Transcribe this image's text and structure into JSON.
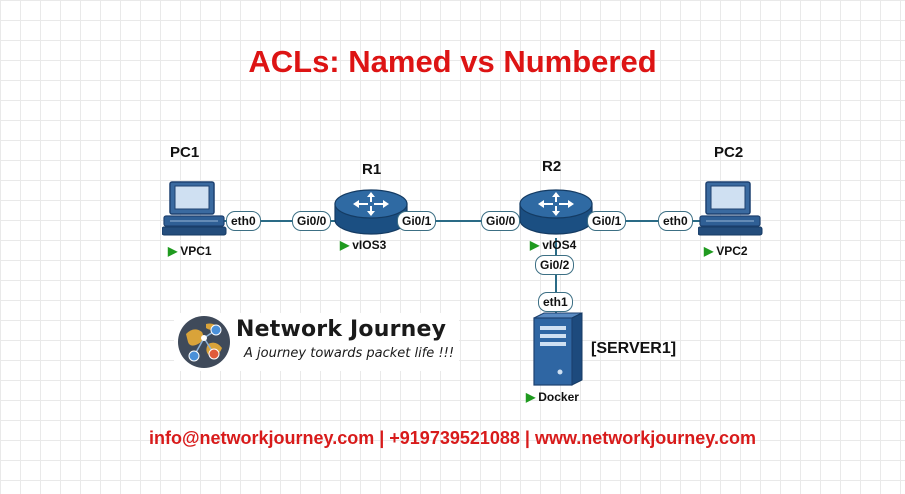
{
  "title": "ACLs: Named vs Numbered",
  "devices": {
    "pc1": {
      "name": "PC1",
      "status": "VPC1",
      "icon": "pc-icon"
    },
    "r1": {
      "name": "R1",
      "status": "vIOS3",
      "icon": "router-icon"
    },
    "r2": {
      "name": "R2",
      "status": "vIOS4",
      "icon": "router-icon"
    },
    "pc2": {
      "name": "PC2",
      "status": "VPC2",
      "icon": "pc-icon"
    },
    "server1": {
      "name": "[SERVER1]",
      "status": "Docker",
      "icon": "server-icon"
    }
  },
  "interfaces": {
    "pc1_eth0": "eth0",
    "r1_gi00": "Gi0/0",
    "r1_gi01": "Gi0/1",
    "r2_gi00": "Gi0/0",
    "r2_gi01": "Gi0/1",
    "r2_gi02": "Gi0/2",
    "pc2_eth0": "eth0",
    "server_eth1": "eth1"
  },
  "logo": {
    "name": "Network Journey",
    "tagline": "A journey towards packet life !!!",
    "icon": "globe-network-icon"
  },
  "footer": "info@networkjourney.com | +919739521088 | www.networkjourney.com",
  "colors": {
    "title": "#dd1414",
    "footer": "#d81b1b",
    "link": "#2a6b86",
    "device": "#1f5a8e",
    "status_play": "#1f9a1f"
  }
}
